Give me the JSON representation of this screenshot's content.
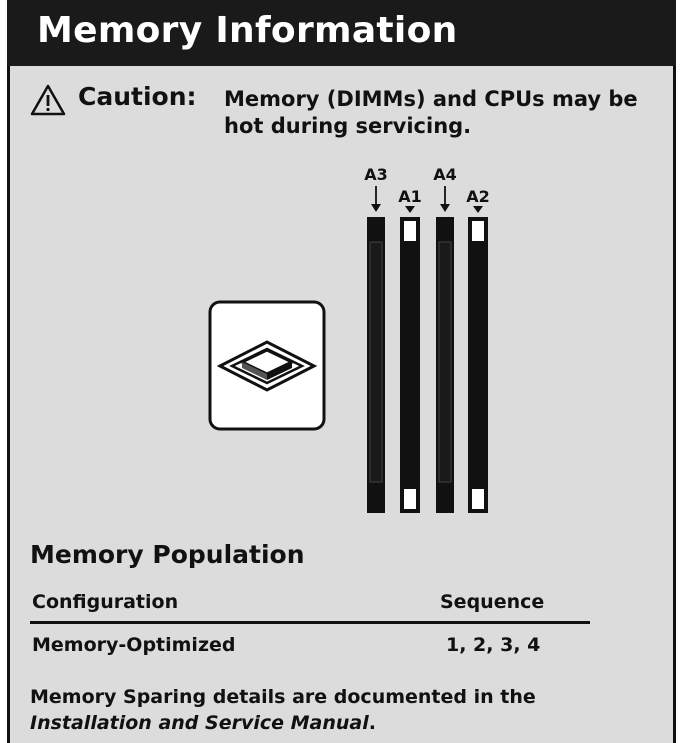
{
  "header": {
    "title": "Memory Information"
  },
  "caution": {
    "icon": "warning-triangle-icon",
    "label": "Caution:",
    "text": "Memory (DIMMs) and CPUs may be hot during servicing."
  },
  "diagram": {
    "cpu_icon": "cpu-chip-icon",
    "slots": [
      {
        "label": "A3",
        "style": "filled"
      },
      {
        "label": "A1",
        "style": "hollow"
      },
      {
        "label": "A4",
        "style": "filled"
      },
      {
        "label": "A2",
        "style": "hollow"
      }
    ]
  },
  "population": {
    "title": "Memory Population",
    "columns": [
      "Configuration",
      "Sequence"
    ],
    "rows": [
      {
        "configuration": "Memory-Optimized",
        "sequence": "1, 2, 3, 4"
      }
    ]
  },
  "footer": {
    "text_before": "Memory Sparing details are documented in the",
    "manual": "Installation and Service Manual",
    "text_after": "."
  },
  "colors": {
    "background": "#dcdcdc",
    "header_background": "#1a1a1a",
    "header_text": "#ffffff",
    "ink": "#111111"
  }
}
